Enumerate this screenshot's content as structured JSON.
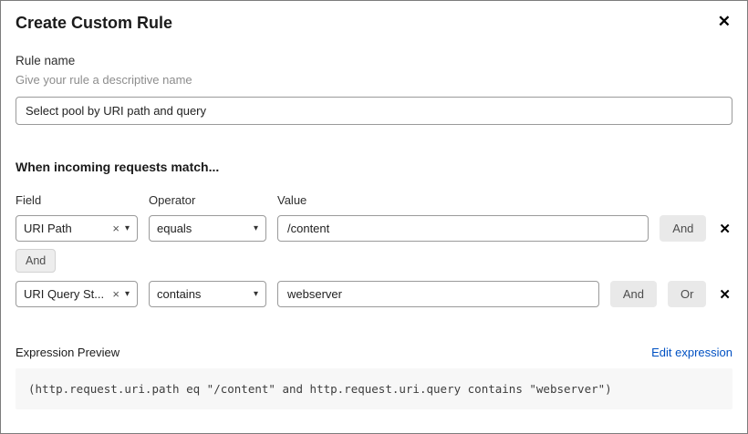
{
  "dialog": {
    "title": "Create Custom Rule"
  },
  "icons": {
    "close": "✕",
    "clear": "×",
    "chevron_down": "▾",
    "remove_row": "✕"
  },
  "rule_name": {
    "label": "Rule name",
    "hint": "Give your rule a descriptive name",
    "value": "Select pool by URI path and query"
  },
  "match_section": {
    "heading": "When incoming requests match...",
    "columns": {
      "field": "Field",
      "operator": "Operator",
      "value": "Value"
    },
    "rows": [
      {
        "field": "URI Path",
        "operator": "equals",
        "value": "/content",
        "and_label": "And"
      },
      {
        "field": "URI Query St...",
        "operator": "contains",
        "value": "webserver",
        "and_label": "And",
        "or_label": "Or"
      }
    ],
    "connector": "And"
  },
  "expression": {
    "label": "Expression Preview",
    "edit_link": "Edit expression",
    "code": "(http.request.uri.path eq \"/content\" and http.request.uri.query contains \"webserver\")"
  }
}
